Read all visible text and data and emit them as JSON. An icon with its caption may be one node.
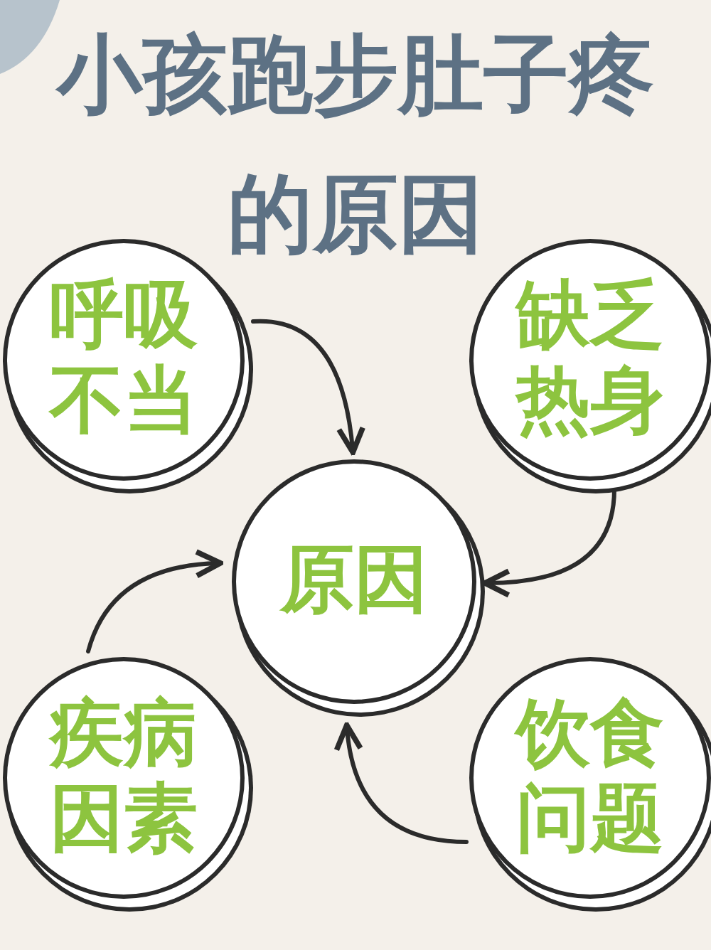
{
  "diagram": {
    "title": "小孩跑步肚子疼的原因",
    "nodes": [
      {
        "text": [
          "呼吸不当"
        ]
      },
      {
        "text": [
          "缺乏热身"
        ]
      },
      {
        "text": [
          "原因"
        ]
      },
      {
        "text": [
          "疾病因素"
        ]
      },
      {
        "text": [
          "饮食问题"
        ]
      }
    ],
    "edges": [
      {
        "from": 0,
        "to": 2,
        "arrow": "to"
      },
      {
        "from": 1,
        "to": 2,
        "arrow": "to"
      },
      {
        "from": 3,
        "to": 2,
        "arrow": "to"
      },
      {
        "from": 4,
        "to": 2,
        "arrow": "to"
      }
    ]
  }
}
